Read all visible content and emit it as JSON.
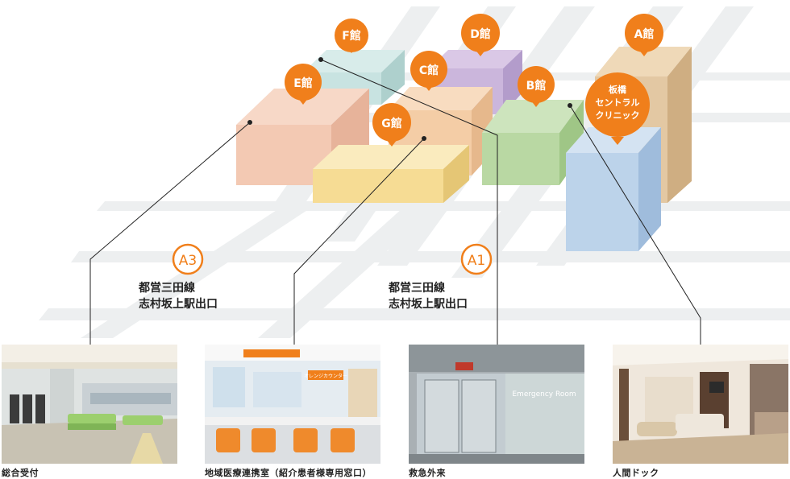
{
  "buildings": {
    "A": "A館",
    "B": "B館",
    "C": "C館",
    "D": "D館",
    "E": "E館",
    "F": "F館",
    "G": "G館",
    "clinic": [
      "板橋",
      "セントラル",
      "クリニック"
    ]
  },
  "exits": [
    {
      "badge": "A3",
      "line1": "都営三田線",
      "line2": "志村坂上駅出口"
    },
    {
      "badge": "A1",
      "line1": "都営三田線",
      "line2": "志村坂上駅出口"
    }
  ],
  "photos": [
    {
      "caption": "総合受付"
    },
    {
      "caption": "地域医療連携室（紹介患者様専用窓口）",
      "sign": "オレンジカウンター"
    },
    {
      "caption": "救急外来",
      "sign": "Emergency Room"
    },
    {
      "caption": "人間ドック"
    }
  ],
  "colors": {
    "pin": "#f07f1b",
    "roads": "#eceeef",
    "A": "#e3c8a3",
    "B": "#b9d8a3",
    "C": "#f4cda6",
    "D": "#cbb6dc",
    "E": "#f3c9b3",
    "F": "#c8e3e1",
    "G": "#f6dc94",
    "clinic": "#bcd3ea"
  }
}
